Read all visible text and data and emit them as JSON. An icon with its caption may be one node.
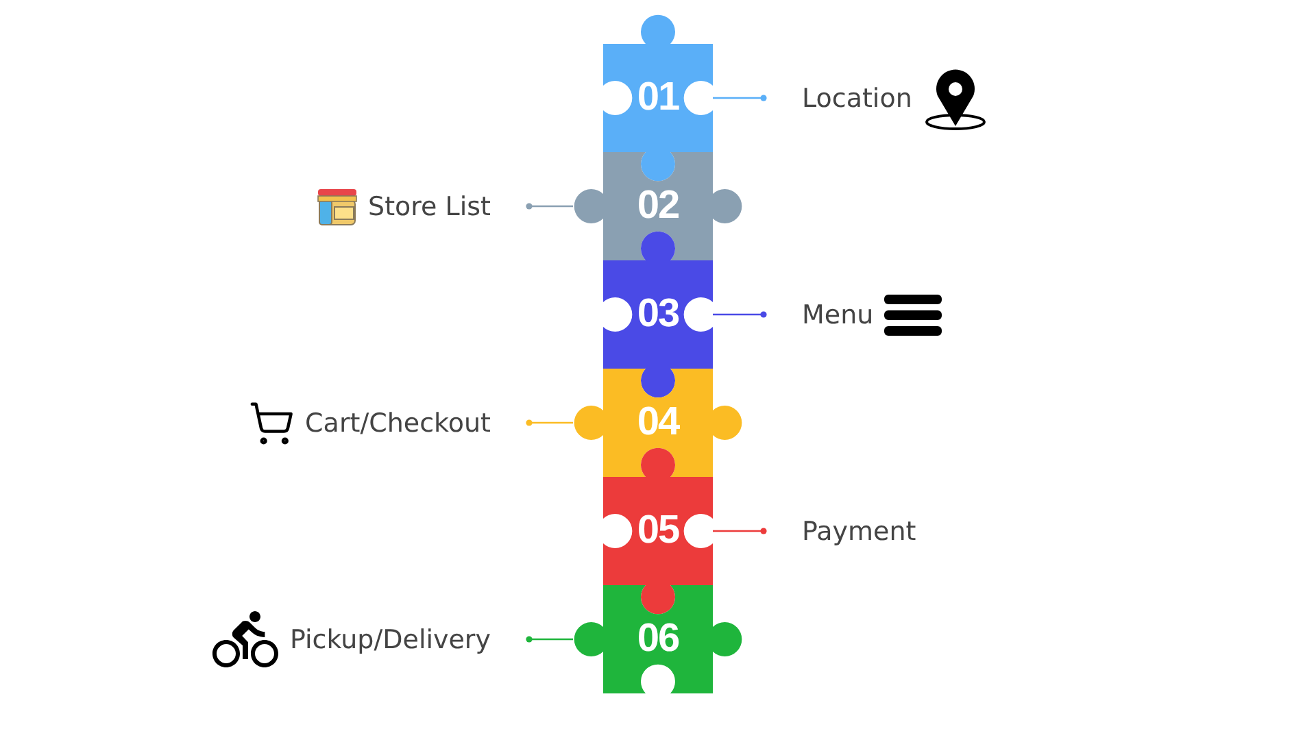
{
  "diagram": {
    "nodes": [
      {
        "text": [
          "01"
        ]
      },
      {
        "text": [
          "02"
        ]
      },
      {
        "text": [
          "03"
        ]
      },
      {
        "text": [
          "04"
        ]
      },
      {
        "text": [
          "05"
        ]
      },
      {
        "text": [
          "06"
        ]
      },
      {
        "text": [
          "Location"
        ]
      },
      {
        "text": [
          "Store List"
        ]
      },
      {
        "text": [
          "Menu"
        ]
      },
      {
        "text": [
          "Cart/Checkout"
        ]
      },
      {
        "text": [
          "Payment"
        ]
      },
      {
        "text": [
          "Pickup/Delivery"
        ]
      }
    ],
    "edges": [
      {
        "from": 0,
        "to": 6,
        "arrow": "other",
        "color": "#5aaff8"
      },
      {
        "from": 1,
        "to": 7,
        "arrow": "other",
        "color": "#8aa0b2"
      },
      {
        "from": 2,
        "to": 8,
        "arrow": "other",
        "color": "#4a4ae6"
      },
      {
        "from": 3,
        "to": 9,
        "arrow": "other",
        "color": "#fbbc24"
      },
      {
        "from": 4,
        "to": 10,
        "arrow": "other",
        "color": "#ec3b3b"
      },
      {
        "from": 5,
        "to": 11,
        "arrow": "other",
        "color": "#1fb53c"
      }
    ]
  }
}
